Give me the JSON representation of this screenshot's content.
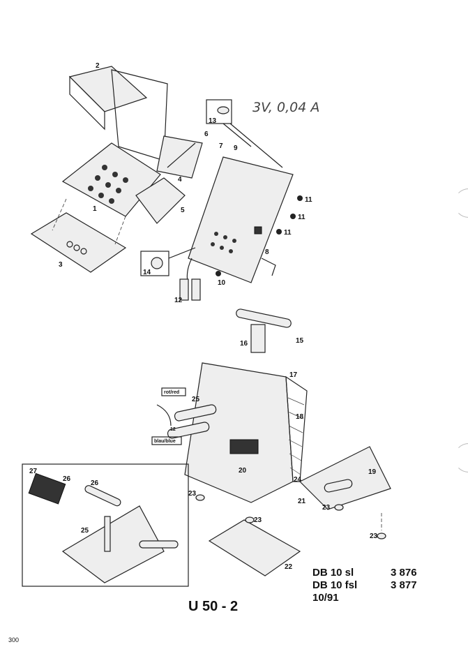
{
  "annotation": {
    "handwritten_note": "3V, 0,04 A"
  },
  "wire_tags": {
    "red": "rot/red",
    "blue": "blau/blue"
  },
  "callouts": [
    "1",
    "2",
    "3",
    "4",
    "5",
    "6",
    "7",
    "8",
    "9",
    "10",
    "11",
    "12",
    "13",
    "14",
    "15",
    "16",
    "17",
    "18",
    "19",
    "20",
    "21",
    "22",
    "23",
    "24",
    "25",
    "26",
    "27"
  ],
  "models": [
    {
      "name": "DB 10 sl",
      "number": "3 876"
    },
    {
      "name": "DB 10 fsl",
      "number": "3 877"
    }
  ],
  "date": "10/91",
  "footer": {
    "title": "U 50 - 2",
    "page_number": "300"
  }
}
